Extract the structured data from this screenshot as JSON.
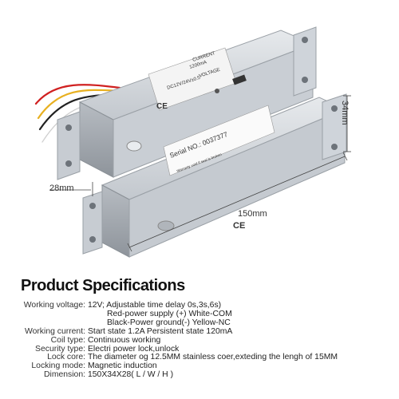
{
  "image": {
    "device_label": {
      "lines": [
        "CURRENT",
        "1200mA",
        "VOLTAGE",
        "DC12V/24V±0.5"
      ],
      "serial": "Serial NO.: 0037377",
      "warranty": "Warranty void if seal is broken",
      "ce_mark": "CE"
    },
    "dimensions": {
      "width": "28mm",
      "length": "150mm",
      "height": "34mm"
    }
  },
  "specs": {
    "title": "Product Specifications",
    "rows": [
      {
        "label": "Working voltage:",
        "value": "12V;  Adjustable time delay 0s,3s,6s)"
      },
      {
        "label": "",
        "value": "Red-power supply (+) White-COM"
      },
      {
        "label": "",
        "value": "Black-Power ground(-) Yellow-NC"
      },
      {
        "label": "Working current:",
        "value": "Start state 1.2A   Persistent state 120mA"
      },
      {
        "label": "Coil type:",
        "value": "Continuous working"
      },
      {
        "label": "Security type:",
        "value": "Electri power lock,unlock"
      },
      {
        "label": "Lock core:",
        "value": "The diameter og 12.5MM stainless coer,exteding the lengh of 15MM"
      },
      {
        "label": "Locking mode:",
        "value": "Magnetic induction"
      },
      {
        "label": "Dimension:",
        "value": "150X34X28( L / W / H )"
      }
    ]
  },
  "colors": {
    "metal": "#cfd3d8",
    "metal_dark": "#9da3aa",
    "wire_red": "#d02020",
    "wire_yellow": "#e8b020",
    "wire_black": "#222222",
    "wire_white": "#f2f2f2"
  }
}
